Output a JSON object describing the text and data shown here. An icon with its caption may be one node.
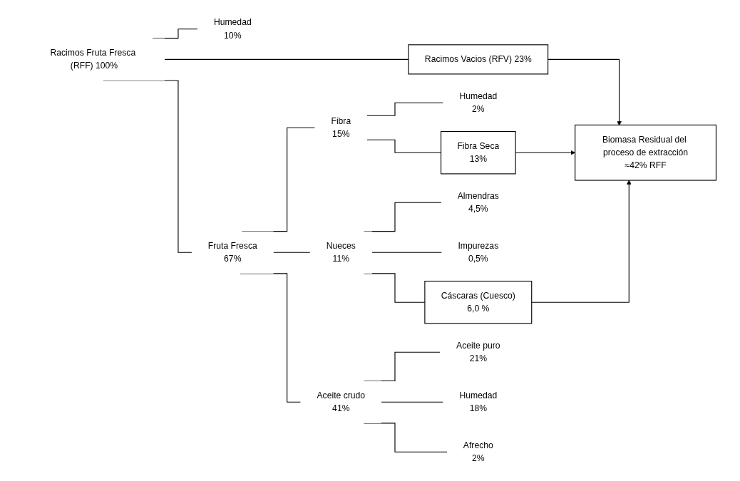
{
  "diagram": {
    "nodes": [
      {
        "text": [
          "Racimos Fruta Fresca (RFF) 100%"
        ]
      },
      {
        "text": [
          "Humedad",
          "10%"
        ]
      },
      {
        "text": [
          "Fruta Fresca",
          "67%"
        ]
      },
      {
        "text": [
          "Racimos Vacios (RFV) 23%"
        ]
      },
      {
        "text": [
          "Fibra",
          "15%"
        ]
      },
      {
        "text": [
          "Nueces",
          "11%"
        ]
      },
      {
        "text": [
          "Aceite crudo",
          "41%"
        ]
      },
      {
        "text": [
          "Humedad",
          "2%"
        ]
      },
      {
        "text": [
          "Fibra Seca",
          "13%"
        ]
      },
      {
        "text": [
          "Almendras",
          "4,5%"
        ]
      },
      {
        "text": [
          "Impurezas",
          "0,5%"
        ]
      },
      {
        "text": [
          "Cáscaras (Cuesco)",
          "6,0 %"
        ]
      },
      {
        "text": [
          "Aceite puro",
          "21%"
        ]
      },
      {
        "text": [
          "Humedad",
          "18%"
        ]
      },
      {
        "text": [
          "Afrecho",
          "2%"
        ]
      },
      {
        "text": [
          "Biomasa Residual del proceso de extracción",
          "≈42% RFF"
        ]
      }
    ],
    "edges": [
      {
        "from": 0,
        "to": 1,
        "arrow": "none"
      },
      {
        "from": 0,
        "to": 2,
        "arrow": "none"
      },
      {
        "from": 0,
        "to": 3,
        "arrow": "none"
      },
      {
        "from": 2,
        "to": 4,
        "arrow": "none"
      },
      {
        "from": 2,
        "to": 5,
        "arrow": "none"
      },
      {
        "from": 2,
        "to": 6,
        "arrow": "none"
      },
      {
        "from": 4,
        "to": 7,
        "arrow": "none"
      },
      {
        "from": 4,
        "to": 8,
        "arrow": "none"
      },
      {
        "from": 5,
        "to": 9,
        "arrow": "none"
      },
      {
        "from": 5,
        "to": 10,
        "arrow": "none"
      },
      {
        "from": 5,
        "to": 11,
        "arrow": "none"
      },
      {
        "from": 6,
        "to": 12,
        "arrow": "none"
      },
      {
        "from": 6,
        "to": 13,
        "arrow": "none"
      },
      {
        "from": 6,
        "to": 14,
        "arrow": "none"
      },
      {
        "from": 3,
        "to": 15,
        "arrow": "to"
      },
      {
        "from": 8,
        "to": 15,
        "arrow": "to"
      },
      {
        "from": 11,
        "to": 15,
        "arrow": "to"
      }
    ]
  }
}
